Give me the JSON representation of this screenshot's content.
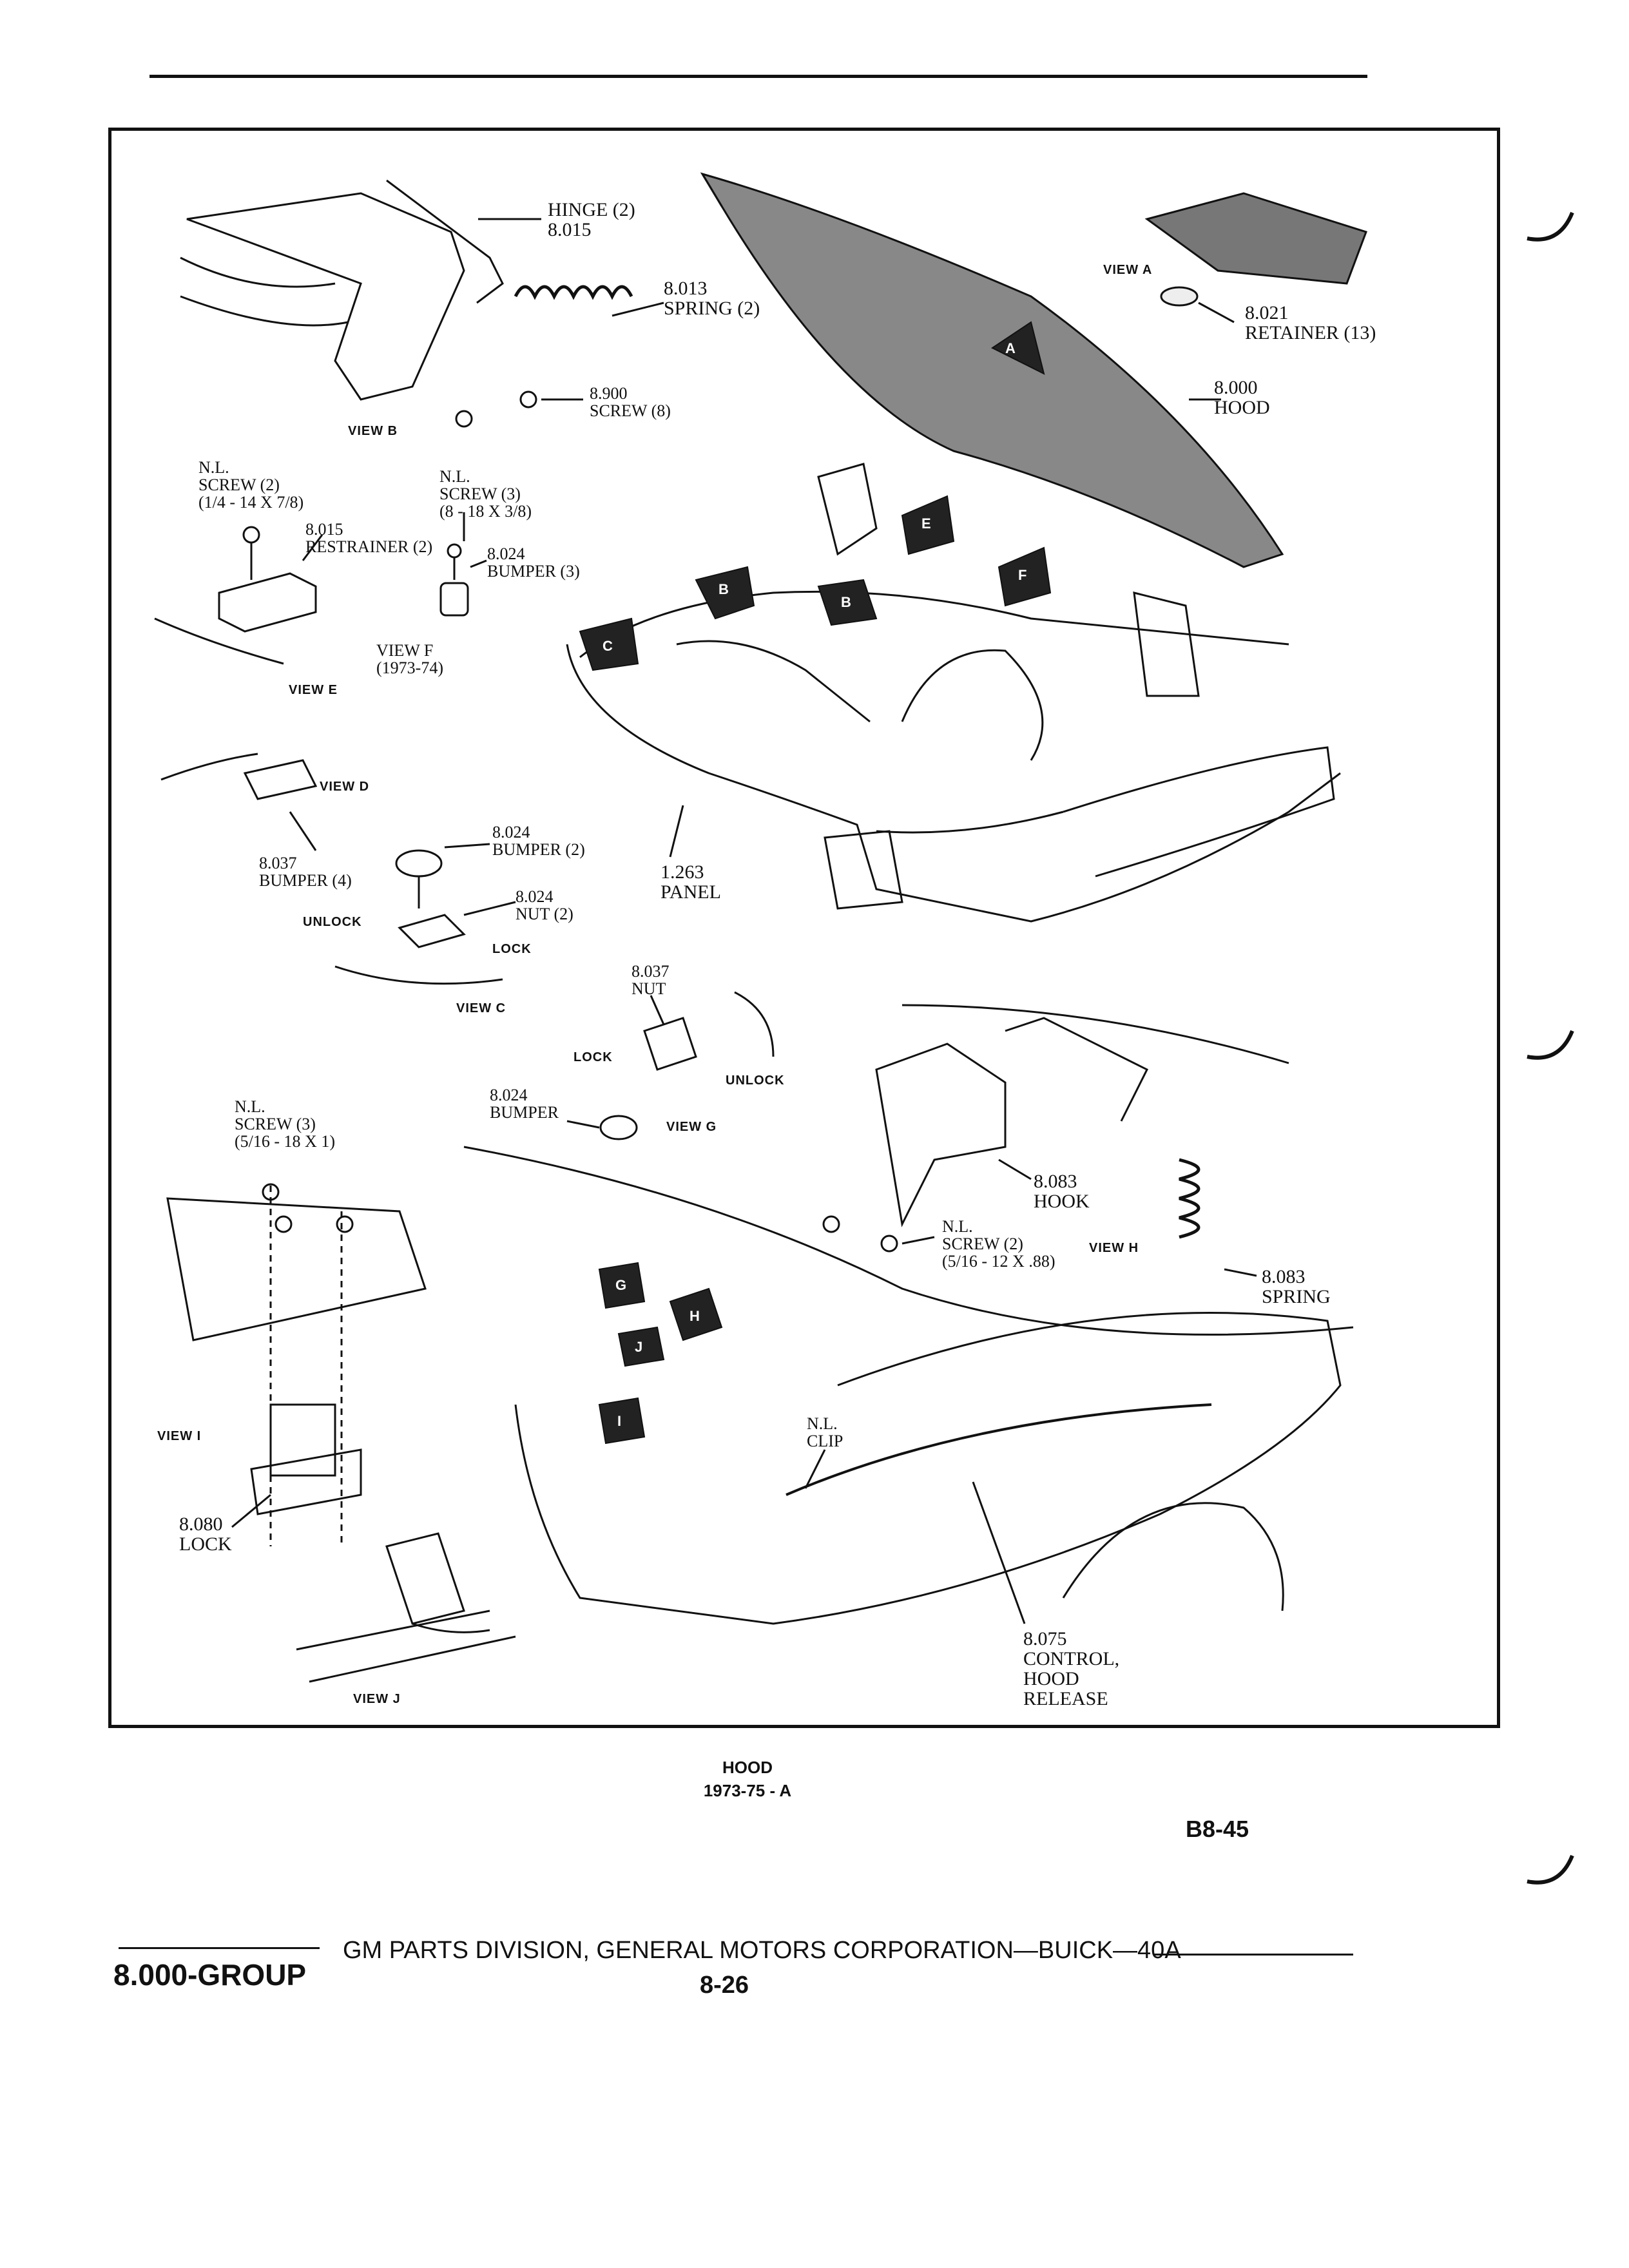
{
  "header": {},
  "callouts": {
    "hinge": "HINGE (2)\n8.015",
    "spring": "8.013\nSPRING (2)",
    "screw8": "8.900\nSCREW (8)",
    "view_b": "VIEW B",
    "view_a": "VIEW A",
    "retainer": "8.021\nRETAINER (13)",
    "hood": "8.000\nHOOD",
    "nl_screw2": "N.L.\nSCREW (2)\n(1/4 - 14 x 7/8)",
    "nl_screw3a": "N.L.\nSCREW (3)\n(8 - 18 x 3/8)",
    "restrainer": "8.015\nRESTRAINER (2)",
    "bumper3": "8.024\nBUMPER (3)",
    "view_f": "VIEW F\n(1973-74)",
    "view_e": "VIEW E",
    "view_d": "VIEW D",
    "bumper4": "8.037\nBUMPER (4)",
    "bumper2": "8.024\nBUMPER (2)",
    "nut2": "8.024\nNUT (2)",
    "unlock_c": "UNLOCK",
    "lock_c": "LOCK",
    "view_c": "VIEW C",
    "panel": "1.263\nPANEL",
    "nut_g": "8.037\nNUT",
    "lock_g": "LOCK",
    "unlock_g": "UNLOCK",
    "bumper_g": "8.024\nBUMPER",
    "view_g": "VIEW G",
    "nl_screw3b": "N.L.\nSCREW (3)\n(5/16 - 18 x 1)",
    "hook": "8.083\nHOOK",
    "nl_screw2b": "N.L.\nSCREW (2)\n(5/16 - 12 x .88)",
    "view_h": "VIEW H",
    "spring_h": "8.083\nSPRING",
    "view_i": "VIEW I",
    "lock_i": "8.080\nLOCK",
    "nl_clip": "N.L.\nCLIP",
    "control": "8.075\nCONTROL,\nHOOD\nRELEASE",
    "view_j": "VIEW J"
  },
  "view_arrows": [
    "A",
    "B",
    "B",
    "C",
    "E",
    "F",
    "G",
    "H",
    "J",
    "I"
  ],
  "caption": {
    "title": "HOOD",
    "subtitle": "1973-75 - A"
  },
  "ref_code": "B8-45",
  "footer": {
    "group": "8.000-GROUP",
    "publisher": "GM PARTS DIVISION, GENERAL MOTORS CORPORATION—BUICK—40A",
    "page": "8-26"
  }
}
